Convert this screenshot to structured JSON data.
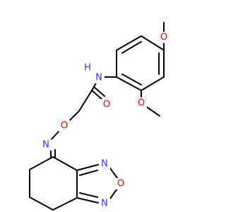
{
  "molecule": {
    "colors": {
      "bond": "#000000",
      "carbon": "#000000",
      "nitrogen": "#3333ff",
      "oxygen": "#ff0000",
      "background": "#ffffff"
    },
    "atom_labels": {
      "amide_n": "N",
      "amide_h": "H",
      "carbonyl_o": "O",
      "ether_o": "O",
      "oxime_n": "N",
      "methoxy_o_top": "O",
      "methoxy_o_side": "O",
      "ring_n_upper": "N",
      "ring_o": "O",
      "ring_n_lower": "N"
    }
  }
}
